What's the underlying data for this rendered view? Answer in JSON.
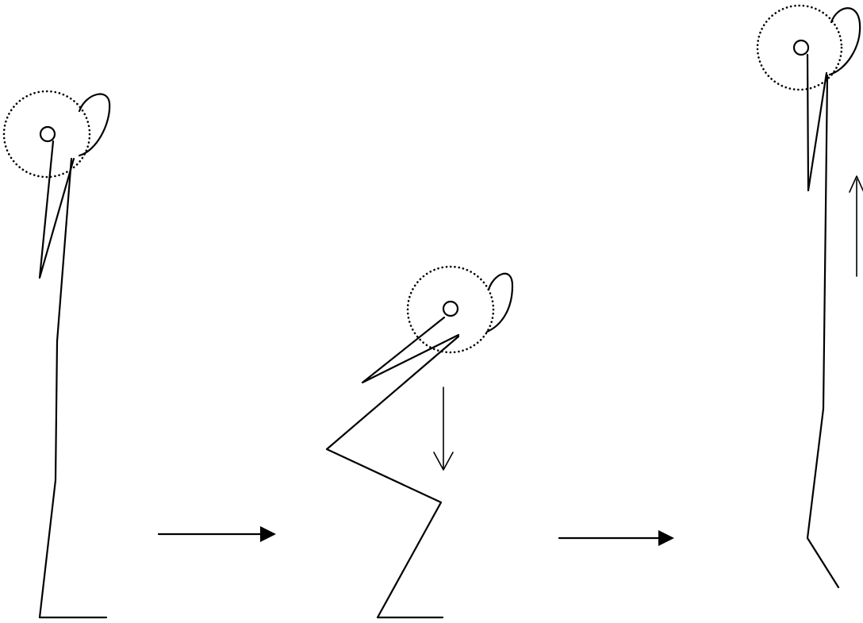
{
  "diagram": {
    "figures": [
      {
        "stage": "standing"
      },
      {
        "stage": "squat"
      },
      {
        "stage": "jump"
      }
    ],
    "transition_arrows": [
      {
        "from": "standing",
        "to": "squat"
      },
      {
        "from": "squat",
        "to": "jump"
      }
    ],
    "motion_arrows": [
      {
        "figure": "squat",
        "direction": "down"
      },
      {
        "figure": "jump",
        "direction": "up"
      }
    ],
    "colors": {
      "background": "#ffffff",
      "ink": "#000000"
    }
  }
}
